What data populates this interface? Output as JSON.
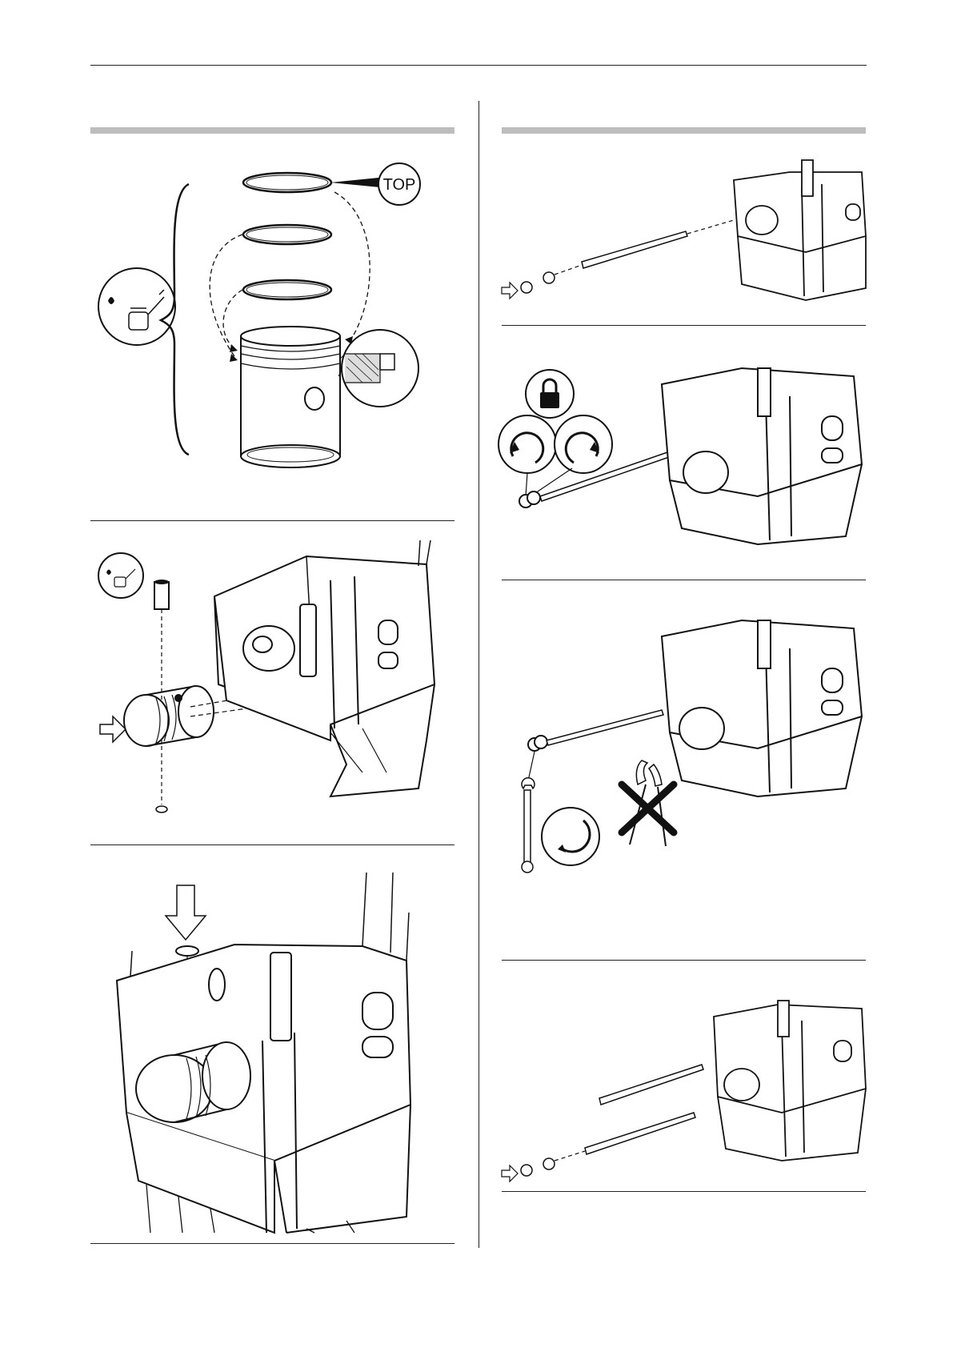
{
  "page": {
    "background": "#ffffff",
    "rule_color": "#222222",
    "section_bar_color": "#bdbdbd"
  },
  "left_column": {
    "step1": {
      "callout_label": "TOP",
      "icons": [
        "oil-can-icon",
        "piston-rings",
        "piston",
        "ring-profile-detail"
      ]
    },
    "step2": {
      "icons": [
        "oil-can-icon",
        "piston-pin",
        "piston",
        "crankcase",
        "insert-arrow-icon",
        "circlip"
      ]
    },
    "step3": {
      "icons": [
        "down-arrow-icon",
        "circlip",
        "crankcase-with-piston"
      ]
    }
  },
  "right_column": {
    "step1": {
      "icons": [
        "insert-arrow-icon",
        "nut",
        "nut",
        "stud-bolt",
        "crankcase"
      ]
    },
    "step2": {
      "icons": [
        "lock-icon",
        "rotate-counterclockwise-icon",
        "rotate-clockwise-icon",
        "locked-nuts",
        "stud-bolt",
        "crankcase"
      ]
    },
    "step3": {
      "icons": [
        "wrench-icon",
        "rotate-clockwise-icon",
        "pliers-crossed-out-icon",
        "nut",
        "crankcase"
      ]
    },
    "step4": {
      "icons": [
        "insert-arrow-icon",
        "nut",
        "nut",
        "stud-bolt",
        "stud-bolt",
        "crankcase"
      ]
    }
  }
}
